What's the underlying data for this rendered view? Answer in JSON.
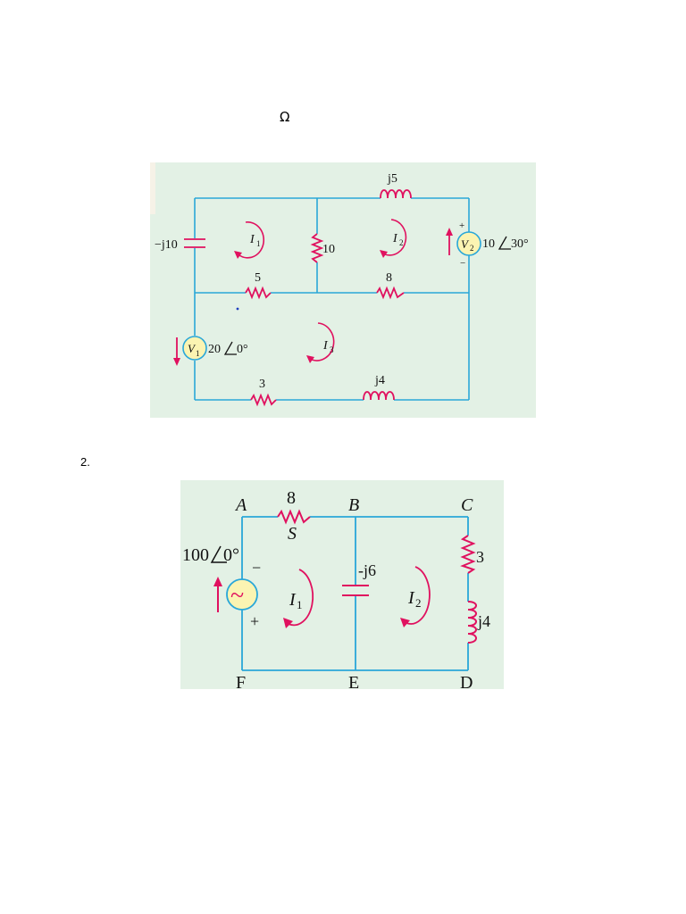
{
  "header": {
    "omega_symbol": "Ω"
  },
  "figure1": {
    "background": "#e3f1e5",
    "wire_color": "#2aa7d8",
    "component_color": "#e0115f",
    "source_fill": "#fbf4b2",
    "labels": {
      "cap_left": "−j10",
      "ind_top": "j5",
      "r_middle": "10",
      "r_mid_left": "5",
      "r_mid_right": "8",
      "r_bottom": "3",
      "ind_bottom": "j4",
      "v2_magnitude": "10",
      "v2_angle": "30°",
      "v2_name": "V",
      "v2_sub": "2",
      "v2_plus": "+",
      "v2_minus": "−",
      "v1_magnitude": "20",
      "v1_angle": "0°",
      "v1_name": "V",
      "v1_sub": "1",
      "loop1_name": "I",
      "loop1_sub": "1",
      "loop2_name": "I",
      "loop2_sub": "2",
      "loop3_name": "I",
      "loop3_sub": "3"
    }
  },
  "question_number": "2.",
  "figure2": {
    "background": "#e3f1e5",
    "wire_color": "#2aa7d8",
    "component_color": "#e0115f",
    "source_fill": "#fbf4b2",
    "labels": {
      "node_a": "A",
      "node_b": "B",
      "node_c": "C",
      "node_d": "D",
      "node_e": "E",
      "node_f": "F",
      "r_top": "8",
      "s_label": "S",
      "source_magnitude": "100",
      "source_angle": "0°",
      "source_minus": "−",
      "source_plus": "+",
      "source_glyph": "~",
      "cap_middle": "-j6",
      "r_right": "3",
      "ind_right": "j4",
      "loop1_name": "I",
      "loop1_sub": "1",
      "loop2_name": "I",
      "loop2_sub": "2"
    }
  }
}
